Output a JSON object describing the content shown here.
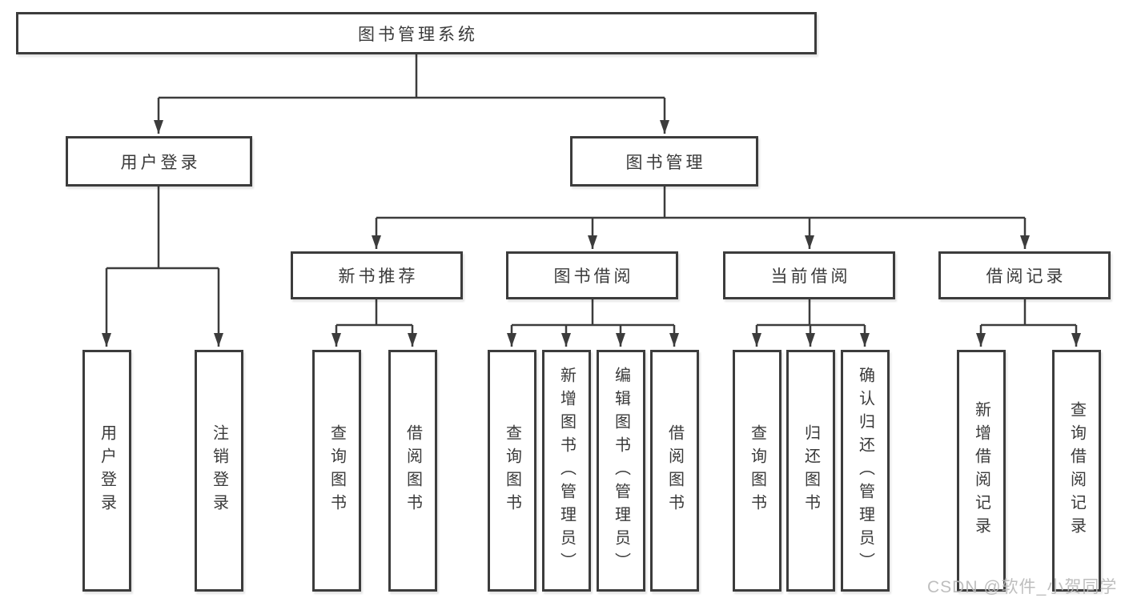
{
  "tree": {
    "label": "图书管理系统",
    "children": [
      {
        "label": "用户登录",
        "children": [
          {
            "label": "用户登录"
          },
          {
            "label": "注销登录"
          }
        ]
      },
      {
        "label": "图书管理",
        "children": [
          {
            "label": "新书推荐",
            "children": [
              {
                "label": "查询图书"
              },
              {
                "label": "借阅图书"
              }
            ]
          },
          {
            "label": "图书借阅",
            "children": [
              {
                "label": "查询图书"
              },
              {
                "label": "新增图书（管理员）"
              },
              {
                "label": "编辑图书（管理员）"
              },
              {
                "label": "借阅图书"
              }
            ]
          },
          {
            "label": "当前借阅",
            "children": [
              {
                "label": "查询图书"
              },
              {
                "label": "归还图书"
              },
              {
                "label": "确认归还（管理员）"
              }
            ]
          },
          {
            "label": "借阅记录",
            "children": [
              {
                "label": "新增借阅记录"
              },
              {
                "label": "查询借阅记录"
              }
            ]
          }
        ]
      }
    ]
  },
  "watermark": {
    "text": "CSDN @软件_小贺同学"
  },
  "colors": {
    "line": "#3c3c3c",
    "box_border": "#3c3c3c",
    "text": "#3a3a3a",
    "watermark": "#b9b9b9",
    "background": "#ffffff"
  }
}
